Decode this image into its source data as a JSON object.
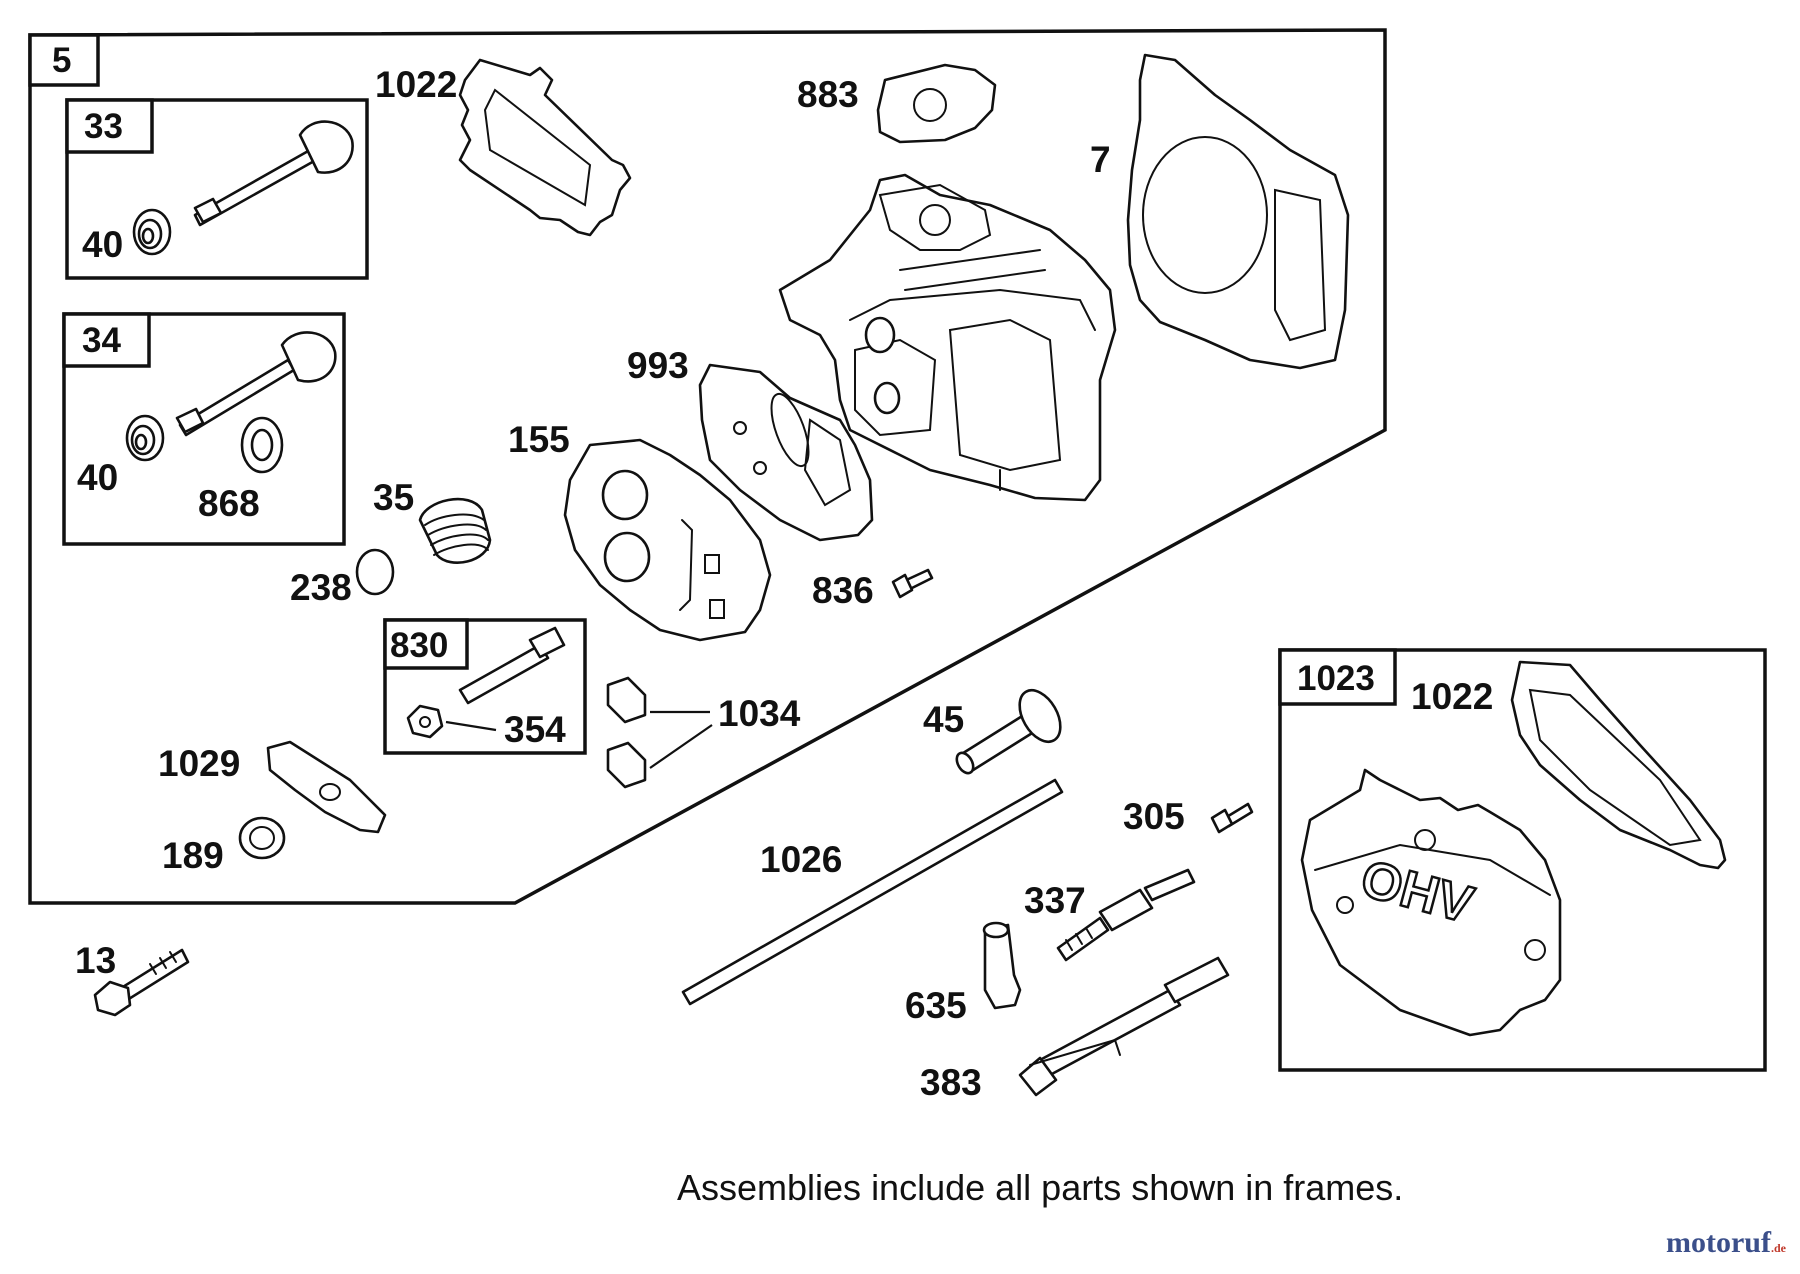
{
  "frames": {
    "main": "5",
    "exhaust_valve": "33",
    "intake_valve": "34",
    "rocker_stud": "830",
    "rocker_cover": "1023"
  },
  "callouts": {
    "p40a": "40",
    "p40b": "40",
    "p868": "868",
    "p1022a": "1022",
    "p1022b": "1022",
    "p883": "883",
    "p7": "7",
    "p993": "993",
    "p155": "155",
    "p35": "35",
    "p238": "238",
    "p836": "836",
    "p354": "354",
    "p1034": "1034",
    "p1029": "1029",
    "p189": "189",
    "p13": "13",
    "p45": "45",
    "p1026": "1026",
    "p305": "305",
    "p337": "337",
    "p635": "635",
    "p383": "383"
  },
  "cover_lettering": "OHV",
  "note": "Assemblies include all parts shown in frames.",
  "watermark": {
    "brand": "motoruf",
    "suffix": ".de"
  }
}
